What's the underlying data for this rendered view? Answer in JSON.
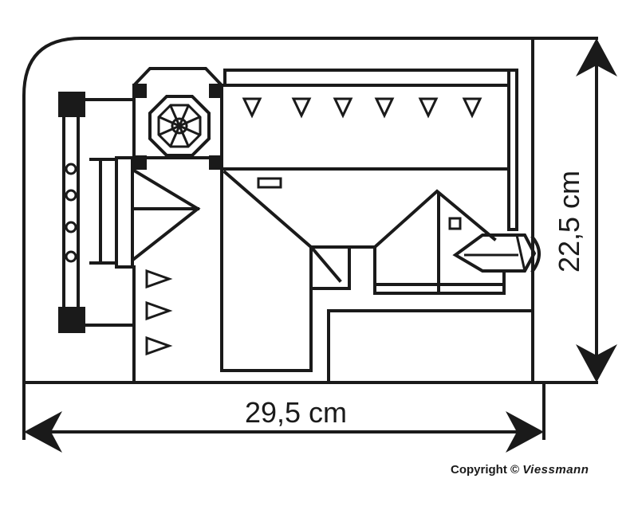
{
  "dimensions": {
    "width_label": "29,5 cm",
    "height_label": "22,5 cm"
  },
  "copyright": {
    "text": "Copyright ©",
    "brand": "Viessmann"
  },
  "colors": {
    "line": "#1a1a1a",
    "background": "#ffffff"
  }
}
